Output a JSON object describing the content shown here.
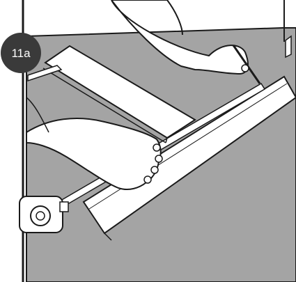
{
  "step_badge": {
    "label": "11a",
    "bg_color": "#3a3a3a",
    "text_color": "#ffffff"
  },
  "colors": {
    "floor": "#a4a4a4",
    "line": "#1a1a1a",
    "board": "#ffffff",
    "wall": "#ffffff"
  },
  "illustration": {
    "icons": [
      "hand-holding-pencil",
      "hand-pressing-board",
      "tape-measure",
      "floor-board",
      "spacer-wedge"
    ]
  }
}
